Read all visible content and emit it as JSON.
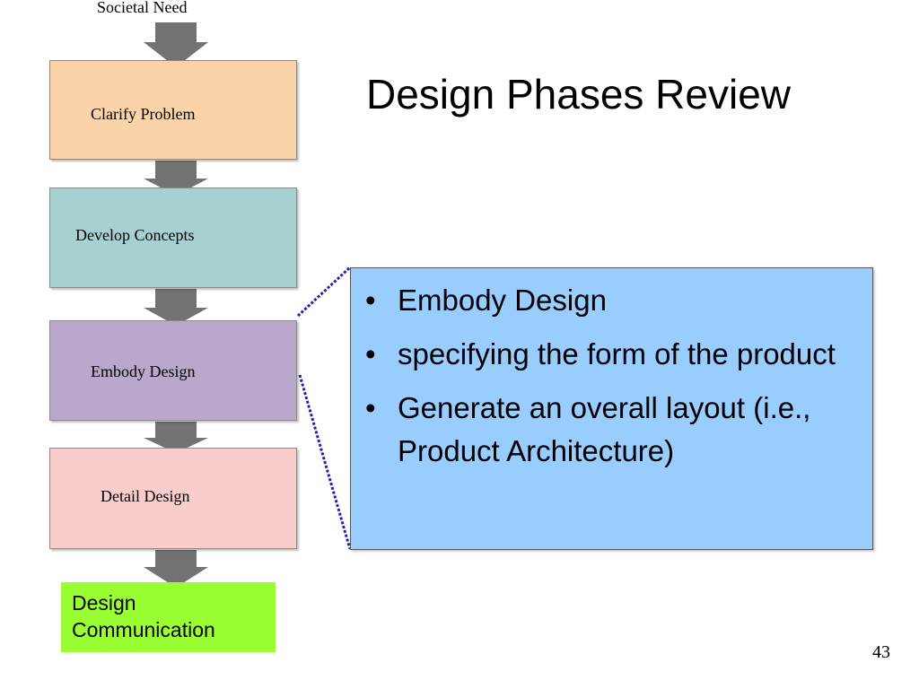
{
  "slide": {
    "title": "Design Phases Review",
    "slide_number": "43"
  },
  "flow": {
    "input_label": "Societal Need",
    "stages": [
      {
        "label": "Clarify Problem",
        "color": "#fad4a8"
      },
      {
        "label": "Develop Concepts",
        "color": "#a6d1d0"
      },
      {
        "label": "Embody Design",
        "color": "#b9a8cc"
      },
      {
        "label": "Detail Design",
        "color": "#f9cdcb"
      }
    ],
    "output_label": "Design Communication",
    "output_color": "#99ff33",
    "arrow_color": "#737373"
  },
  "detail": {
    "background": "#99ccff",
    "connector_color": "#2222aa",
    "bullets": [
      "Embody Design",
      "specifying the form of the product",
      "Generate an overall layout (i.e., Product Architecture)"
    ]
  }
}
